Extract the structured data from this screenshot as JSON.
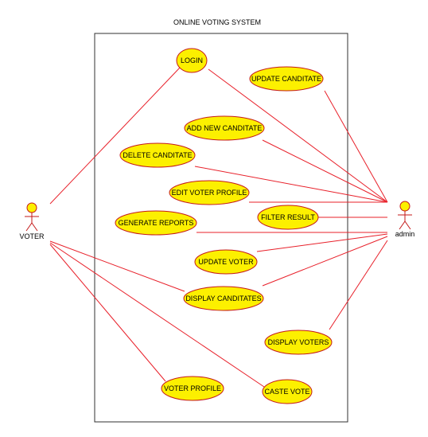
{
  "title": "ONLINE VOTING SYSTEM",
  "colors": {
    "line": "#e8202a",
    "usecase_fill": "#fcf000",
    "usecase_stroke": "#c41a1a",
    "boundary": "#303030"
  },
  "actors": {
    "voter": {
      "label": "VOTER"
    },
    "admin": {
      "label": "admin"
    }
  },
  "usecases": {
    "login": "LOGIN",
    "update_canditate": "UPDATE CANDITATE",
    "add_new_canditate": "ADD NEW CANDITATE",
    "delete_canditate": "DELETE CANDITATE",
    "edit_voter_profile": "EDIT VOTER PROFILE",
    "filter_result": "FILTER RESULT",
    "generate_reports": "GENERATE REPORTS",
    "update_voter": "UPDATE VOTER",
    "display_canditates": "DISPLAY CANDITATES",
    "display_voters": "DISPLAY VOTERS",
    "voter_profile": "VOTER PROFILE",
    "caste_vote": "CASTE VOTE"
  }
}
